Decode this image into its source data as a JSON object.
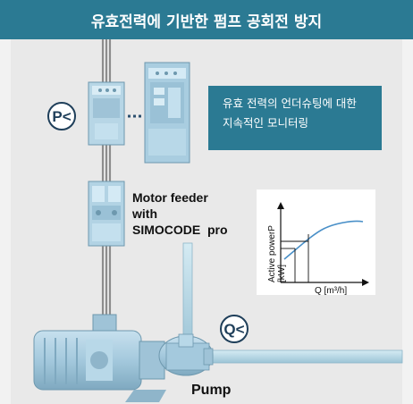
{
  "title": "유효전력에 기반한 펌프 공회전 방지",
  "info_box": {
    "line1": "유효 전력의 언더슈팅에 대한",
    "line2": "지속적인 모니터링"
  },
  "motor_feeder": {
    "line1": "Motor feeder",
    "line2": "with",
    "line3": "SIMOCODE  pro"
  },
  "badges": {
    "power": "P<",
    "flow": "Q<"
  },
  "pump_label": "Pump",
  "chart": {
    "y_label": "Active powerP",
    "y_unit": "[kW]",
    "x_label": "Q [m³/h]"
  },
  "colors": {
    "teal": "#2b7a93",
    "curve": "#4a90c8",
    "equipment": "#a9cde0"
  }
}
